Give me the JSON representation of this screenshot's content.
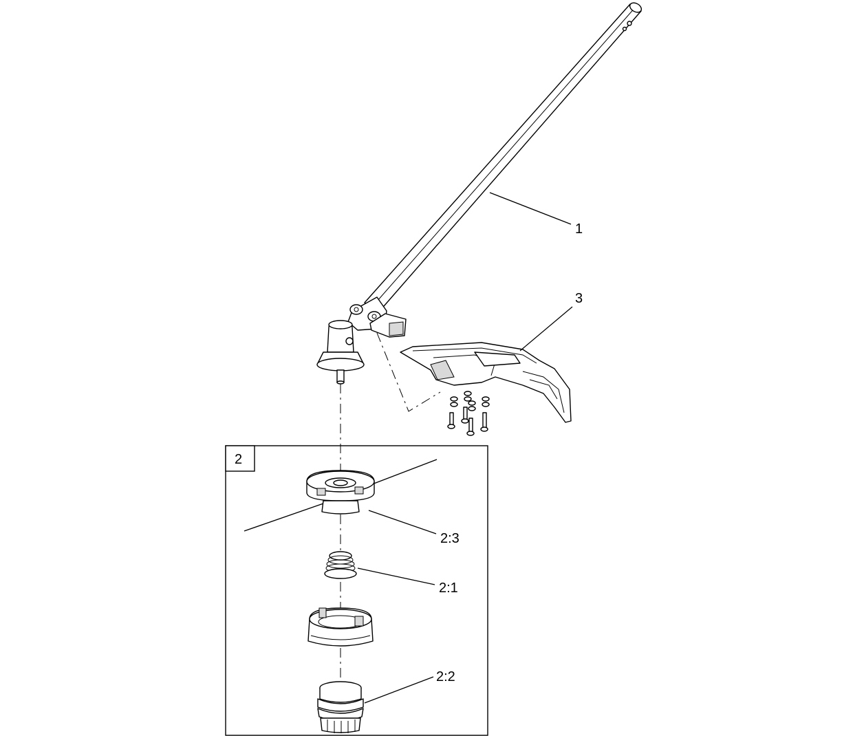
{
  "callouts": {
    "shaft": "1",
    "guard": "3",
    "trimmer_head_box": "2",
    "trimmer_head_housing": "2:3",
    "spring": "2:1",
    "bump_knob": "2:2"
  }
}
